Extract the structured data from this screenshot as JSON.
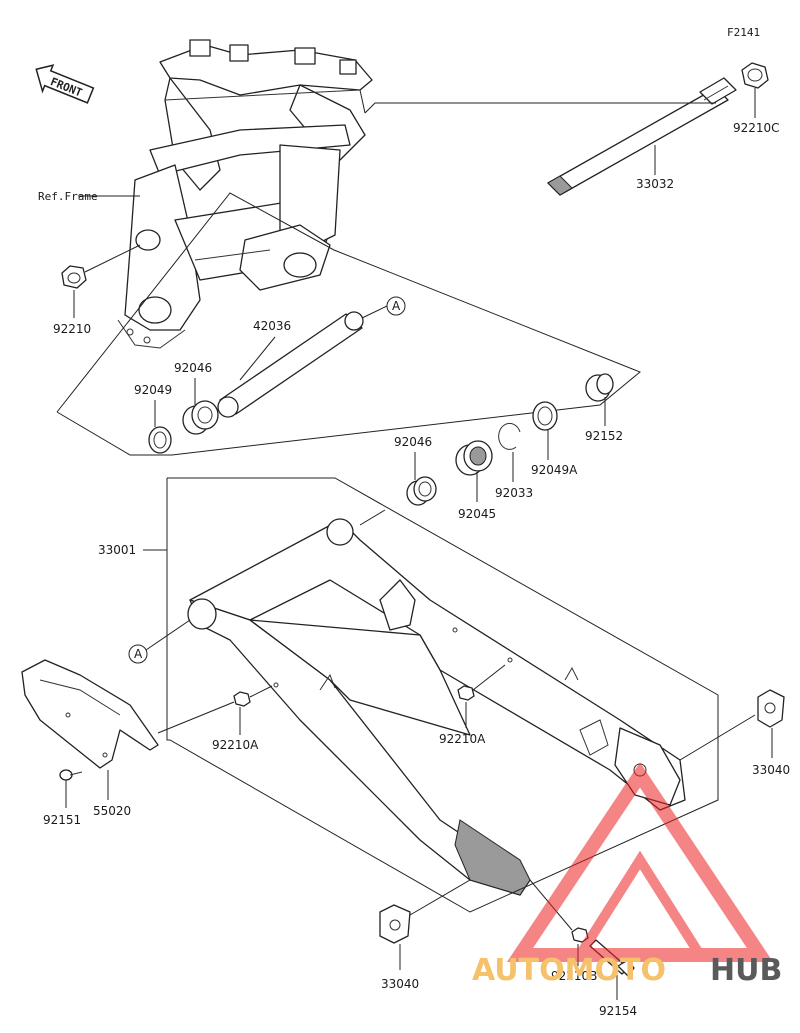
{
  "figure_code": "F2141",
  "front_arrow_label": "FRONT",
  "ref_label": "Ref.Frame",
  "callout_letter": "A",
  "parts": {
    "p33032": "33032",
    "p92210C": "92210C",
    "p92210": "92210",
    "p42036": "42036",
    "p92049": "92049",
    "p92046_upper": "92046",
    "p92046_lower": "92046",
    "p92045": "92045",
    "p92033": "92033",
    "p92049A": "92049A",
    "p92152": "92152",
    "p33001": "33001",
    "p92210A_left": "92210A",
    "p92210A_right": "92210A",
    "p55020": "55020",
    "p92151": "92151",
    "p33040_right": "33040",
    "p33040_bottom": "33040",
    "p92210B": "92210B",
    "p92154": "92154"
  },
  "watermark": {
    "word_1": "AUTOMOTO",
    "word_2": "HUB",
    "color_1": "#f5c26b",
    "color_2": "#5a5a5a",
    "triangle_color": "#ee2222"
  }
}
